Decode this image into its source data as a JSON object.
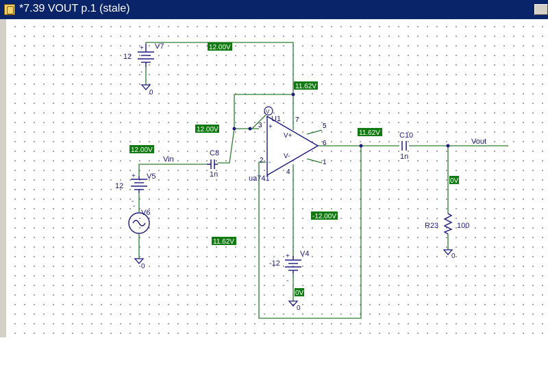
{
  "window": {
    "title": "*7.39 VOUT  p.1 (stale)"
  },
  "colors": {
    "wire": "#2e7d32",
    "component": "#1a1a80",
    "voltage_tag_bg": "#0f7a0f",
    "title_bar": "#0a246a"
  },
  "components": {
    "v7": {
      "name": "V7",
      "value": "12",
      "plus": "+",
      "minus": "-"
    },
    "v5": {
      "name": "V5",
      "value": "12",
      "plus": "+",
      "minus": "-"
    },
    "v6": {
      "name": "V6",
      "minus": "-"
    },
    "v4": {
      "name": "V4",
      "value": "-12",
      "plus": "+",
      "minus": "-"
    },
    "c8": {
      "name": "C8",
      "value": "1n"
    },
    "c10": {
      "name": "C10",
      "value": "1n"
    },
    "r23": {
      "name": "R23",
      "value": "100"
    },
    "u1": {
      "name": "U1",
      "model": "ua741",
      "vplus": "V+",
      "vminus": "V-",
      "pin_plus": "+",
      "pin_minus": "-",
      "pins": {
        "p3": "3",
        "p2": "2",
        "p7": "7",
        "p4": "4",
        "p5": "5",
        "p6": "6",
        "p1": "1"
      }
    },
    "probe": {
      "label": "V"
    }
  },
  "nets": {
    "vin": "Vin",
    "vout": "Vout"
  },
  "grounds": {
    "g1": "0",
    "g2": "0",
    "g3": "0",
    "g4": "0"
  },
  "voltage_tags": {
    "top_feedback": "12.00V",
    "v_plus_rail": "11.62V",
    "noninv_input": "12.00V",
    "vin_node": "12.00V",
    "op_output": "11.62V",
    "neg_rail": "-12.00V",
    "floating": "11.62V",
    "vout_node": "0V",
    "v4_ground": "0V"
  }
}
